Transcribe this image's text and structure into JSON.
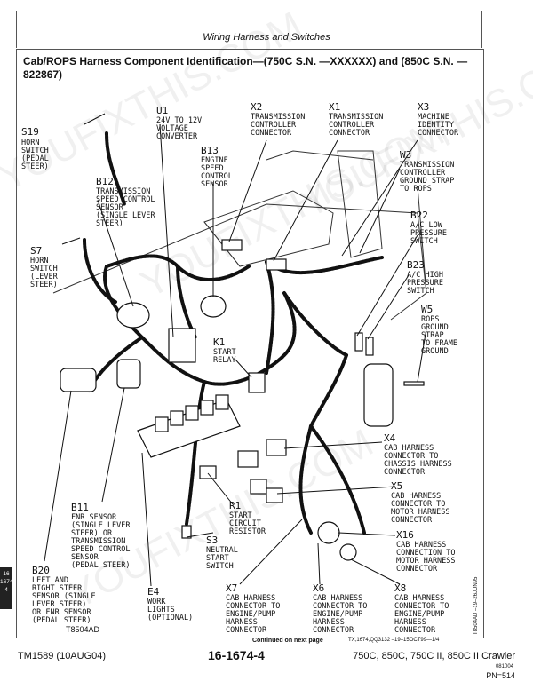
{
  "header": {
    "section_title": "Wiring Harness and Switches"
  },
  "title": "Cab/ROPS Harness Component Identification—(750C S.N. —XXXXXX) and (850C S.N. —822867)",
  "watermarks": [
    "YOUFIXTHIS.COM",
    "YOUFIXTHIS.COM",
    "YOUFIXTHIS.COM",
    "YOUFIXTHIS.COM"
  ],
  "labels": {
    "s19": [
      "S19",
      "HORN",
      "SWITCH",
      "(PEDAL",
      "STEER)"
    ],
    "u1": [
      "U1",
      "24V TO 12V",
      "VOLTAGE",
      "CONVERTER"
    ],
    "x2": [
      "X2",
      "TRANSMISSION",
      "CONTROLLER",
      "CONNECTOR"
    ],
    "x1": [
      "X1",
      "TRANSMISSION",
      "CONTROLLER",
      "CONNECTOR"
    ],
    "x3": [
      "X3",
      "MACHINE",
      "IDENTITY",
      "CONNECTOR"
    ],
    "b13": [
      "B13",
      "ENGINE",
      "SPEED",
      "CONTROL",
      "SENSOR"
    ],
    "w3": [
      "W3",
      "TRANSMISSION",
      "CONTROLLER",
      "GROUND STRAP",
      "TO ROPS"
    ],
    "b12": [
      "B12",
      "TRANSMISSION",
      "SPEED CONTROL",
      "SENSOR",
      "(SINGLE LEVER",
      "STEER)"
    ],
    "b22": [
      "B22",
      "A/C LOW",
      "PRESSURE",
      "SWITCH"
    ],
    "s7": [
      "S7",
      "HORN",
      "SWITCH",
      "(LEVER",
      "STEER)"
    ],
    "b23": [
      "B23",
      "A/C HIGH",
      "PRESSURE",
      "SWITCH"
    ],
    "w5": [
      "W5",
      "ROPS",
      "GROUND",
      "STRAP",
      "TO FRAME",
      "GROUND"
    ],
    "k1": [
      "K1",
      "START",
      "RELAY"
    ],
    "x4": [
      "X4",
      "CAB HARNESS",
      "CONNECTOR TO",
      "CHASSIS HARNESS",
      "CONNECTOR"
    ],
    "x5": [
      "X5",
      "CAB HARNESS",
      "CONNECTOR TO",
      "MOTOR HARNESS",
      "CONNECTOR"
    ],
    "b11": [
      "B11",
      "FNR SENSOR",
      "(SINGLE LEVER",
      "STEER) OR",
      "TRANSMISSION",
      "SPEED CONTROL",
      "SENSOR",
      "(PEDAL STEER)"
    ],
    "r1": [
      "R1",
      "START",
      "CIRCUIT",
      "RESISTOR"
    ],
    "x16": [
      "X16",
      "CAB HARNESS",
      "CONNECTION TO",
      "MOTOR HARNESS",
      "CONNECTOR"
    ],
    "s3": [
      "S3",
      "NEUTRAL",
      "START",
      "SWITCH"
    ],
    "b20": [
      "B20",
      "LEFT AND",
      "RIGHT STEER",
      "SENSOR (SINGLE",
      "LEVER STEER)",
      "OR FNR SENSOR",
      "(PEDAL STEER)"
    ],
    "e4": [
      "E4",
      "WORK",
      "LIGHTS",
      "(OPTIONAL)"
    ],
    "x7": [
      "X7",
      "CAB HARNESS",
      "CONNECTOR TO",
      "ENGINE/PUMP",
      "HARNESS",
      "CONNECTOR"
    ],
    "x6": [
      "X6",
      "CAB HARNESS",
      "CONNECTOR TO",
      "ENGINE/PUMP",
      "HARNESS",
      "CONNECTOR"
    ],
    "x8": [
      "X8",
      "CAB HARNESS",
      "CONNECTOR TO",
      "ENGINE/PUMP",
      "HARNESS",
      "CONNECTOR"
    ]
  },
  "figure_code": "T8504AD",
  "side_code": "T8504AD –19–26JUN95",
  "continued": "Continued on next page",
  "reference": "TX,1674,QQ3132 –19–15OCT99—1/4",
  "tab": {
    "line1": "16",
    "line2": "1674",
    "line3": "4"
  },
  "footer": {
    "left": "TM1589 (10AUG04)",
    "center": "16-1674-4",
    "right": "750C, 850C, 750C II, 850C II Crawler",
    "date": "081004",
    "page": "PN=514"
  }
}
